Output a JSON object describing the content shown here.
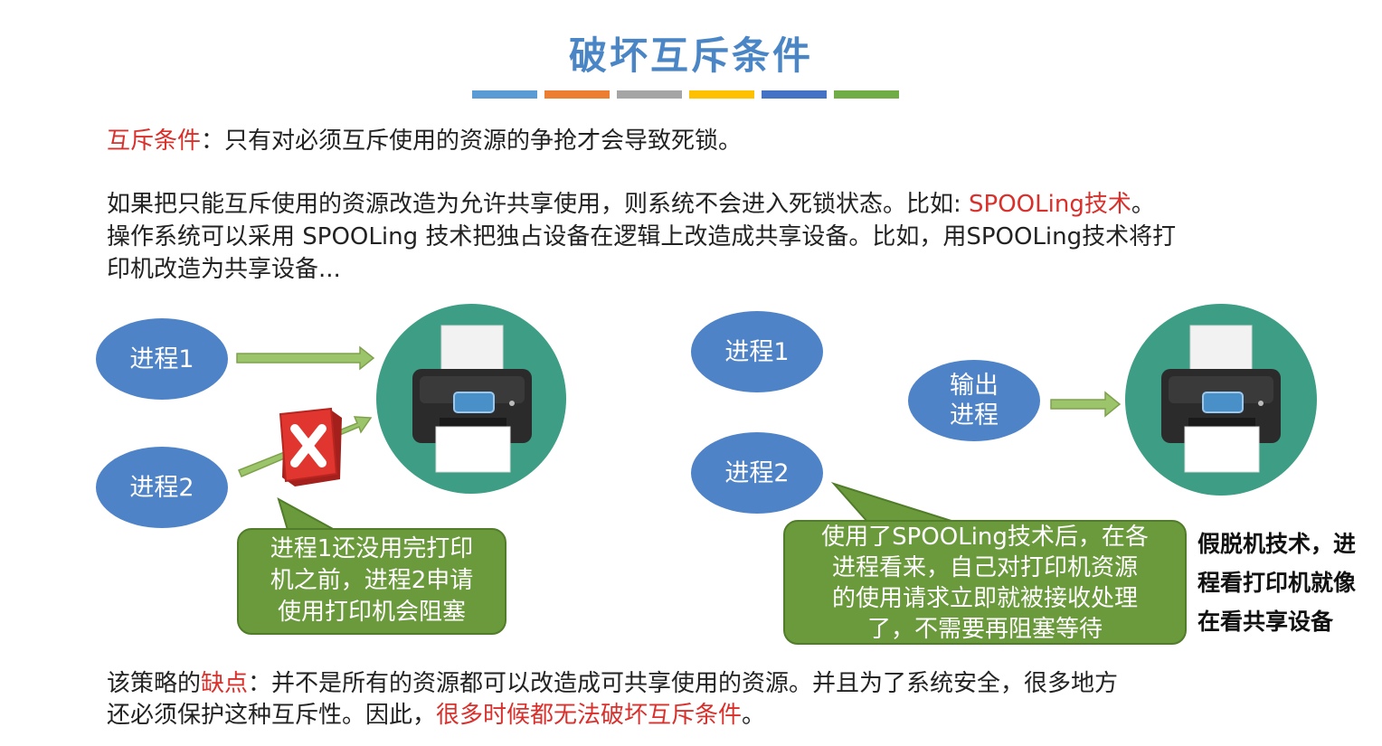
{
  "title": "破坏互斥条件",
  "bar_colors": [
    "#5b9bd5",
    "#ed7d31",
    "#a5a5a5",
    "#ffc000",
    "#4472c4",
    "#70ad47"
  ],
  "p1": {
    "label": "互斥条件",
    "text": "：只有对必须互斥使用的资源的争抢才会导致死锁。"
  },
  "p2": {
    "line1_a": "如果把只能互斥使用的资源改造为允许共享使用，则系统不会进入死锁状态。比如: ",
    "line1_red": "SPOOLing技术",
    "line1_b": "。",
    "line2": "操作系统可以采用 SPOOLing 技术把独占设备在逻辑上改造成共享设备。比如，用SPOOLing技术将打",
    "line3": "印机改造为共享设备..."
  },
  "left_diagram": {
    "process1": "进程1",
    "process2": "进程2",
    "note": [
      "进程1还没用完打印",
      "机之前，进程2申请",
      "使用打印机会阻塞"
    ]
  },
  "right_diagram": {
    "process1": "进程1",
    "process2": "进程2",
    "output_process": [
      "输出",
      "进程"
    ],
    "note": [
      "使用了SPOOLing技术后，在各",
      "进程看来，自己对打印机资源",
      "的使用请求立即就被接收处理",
      "了，不需要再阻塞等待"
    ]
  },
  "side_note": [
    "假脱机技术，进",
    "程看打印机就像",
    "在看共享设备"
  ],
  "p3": {
    "line1_a": "该策略的",
    "line1_red": "缺点",
    "line1_b": "：并不是所有的资源都可以改造成可共享使用的资源。并且为了系统安全，很多地方",
    "line2_a": "还必须保护这种互斥性。因此，",
    "line2_red": "很多时候都无法破坏互斥条件",
    "line2_b": "。"
  },
  "colors": {
    "title": "#4a86c5",
    "accent_red": "#d9302c",
    "process": "#4f83c7",
    "note_green": "#6b9a3c",
    "printer_circle": "#3d9d85",
    "arrow": "#9cc46a"
  }
}
